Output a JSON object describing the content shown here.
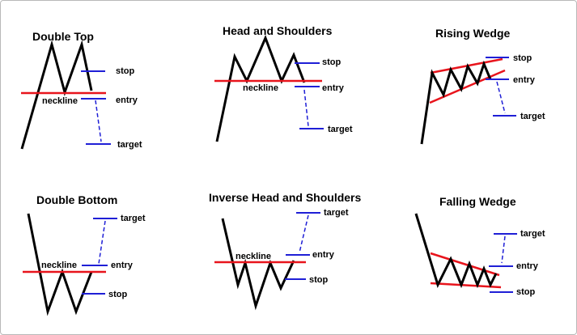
{
  "colors": {
    "price_line": "#000000",
    "neckline": "#e8141c",
    "levels": "#1f1fd6",
    "background": "#ffffff",
    "border": "#b9b9b9"
  },
  "patterns": [
    {
      "title": "Double Top",
      "labels": {
        "neckline": "neckline",
        "stop": "stop",
        "entry": "entry",
        "target": "target"
      }
    },
    {
      "title": "Head and Shoulders",
      "labels": {
        "neckline": "neckline",
        "stop": "stop",
        "entry": "entry",
        "target": "target"
      }
    },
    {
      "title": "Rising Wedge",
      "labels": {
        "stop": "stop",
        "entry": "entry",
        "target": "target"
      }
    },
    {
      "title": "Double Bottom",
      "labels": {
        "neckline": "neckline",
        "target": "target",
        "entry": "entry",
        "stop": "stop"
      }
    },
    {
      "title": "Inverse Head and Shoulders",
      "labels": {
        "neckline": "neckline",
        "target": "target",
        "entry": "entry",
        "stop": "stop"
      }
    },
    {
      "title": "Falling Wedge",
      "labels": {
        "target": "target",
        "entry": "entry",
        "stop": "stop"
      }
    }
  ]
}
